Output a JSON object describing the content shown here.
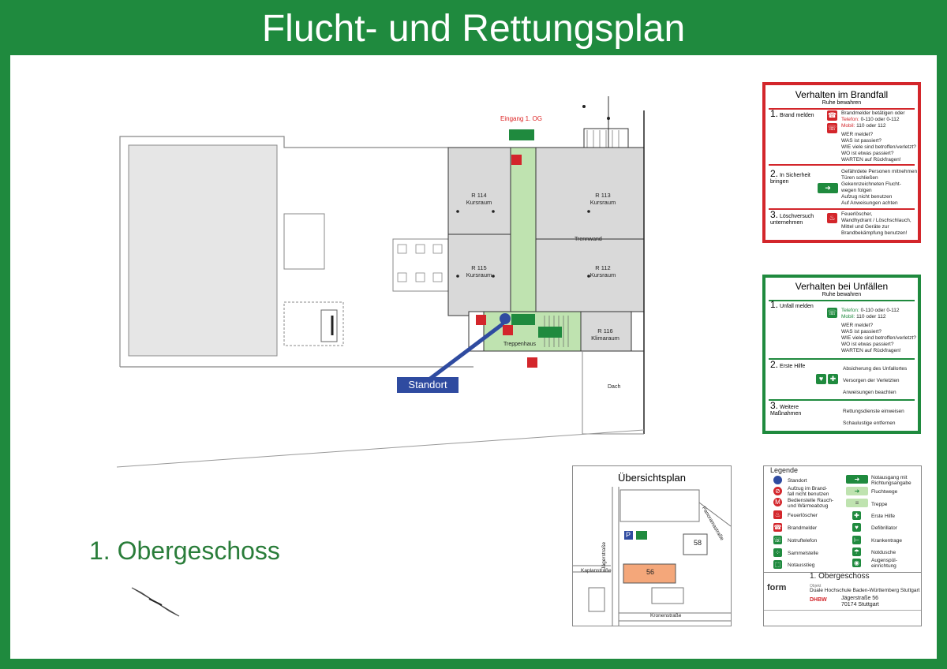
{
  "title": "Flucht- und Rettungsplan",
  "floor_title": "1. Obergeschoss",
  "plan": {
    "entrance_label": "Eingang 1. OG",
    "standort_label": "Standort",
    "rooms": [
      {
        "name": "R 114",
        "sub": "Kursraum"
      },
      {
        "name": "R 113",
        "sub": "Kursraum"
      },
      {
        "name": "R 115",
        "sub": "Kursraum"
      },
      {
        "name": "R 112",
        "sub": "Kursraum"
      },
      {
        "name": "R 116",
        "sub": "Klimaraum"
      }
    ],
    "trennwand": "Trennwand",
    "treppenhaus": "Treppenhaus",
    "dach": "Dach"
  },
  "fire": {
    "title": "Verhalten im Brandfall",
    "subtitle": "Ruhe bewahren",
    "steps": [
      {
        "num": "1.",
        "label": "Brand melden"
      },
      {
        "num": "2.",
        "label": "In Sicherheit bringen"
      },
      {
        "num": "3.",
        "label": "Löschversuch unternehmen"
      }
    ],
    "s1_text1": "Brandmelder betätigen oder",
    "s1_tel_label": "Telefon:",
    "s1_tel": "0-110 oder 0-112",
    "s1_mob_label": "Mobil:",
    "s1_mob": "110 oder 112",
    "s1_w": [
      "WER meldet?",
      "WAS ist passiert?",
      "WIE viele sind betroffen/verletzt?",
      "WO ist etwas passiert?",
      "WARTEN auf Rückfragen!"
    ],
    "s2_text": [
      "Gefährdete Personen mitnehmen",
      "Türen schließen",
      "Gekennzeichneten Flucht-",
      "wegen folgen",
      "Aufzug nicht benutzen",
      "Auf Anweisungen achten"
    ],
    "s3_text": [
      "Feuerlöscher,",
      "Wandhydrant / Löschschlauch,",
      "Mittel und Geräte zur",
      "Brandbekämpfung benutzen!"
    ]
  },
  "accident": {
    "title": "Verhalten bei Unfällen",
    "subtitle": "Ruhe bewahren",
    "steps": [
      {
        "num": "1.",
        "label": "Unfall melden"
      },
      {
        "num": "2.",
        "label": "Erste Hilfe"
      },
      {
        "num": "3.",
        "label": "Weitere Maßnahmen"
      }
    ],
    "tel_label": "Telefon:",
    "tel": "0-110 oder 0-112",
    "mob_label": "Mobil:",
    "mob": "110 oder 112",
    "w": [
      "WER meldet?",
      "WAS ist passiert?",
      "WIE viele sind betroffen/verletzt?",
      "WO ist etwas passiert?",
      "WARTEN auf Rückfragen!"
    ],
    "s2_text": [
      "Absicherung des Unfallortes",
      "Versorgen der Verletzten",
      "Anweisungen beachten"
    ],
    "s3_text": [
      "Rettungsdienste einweisen",
      "Schaulustige entfernen"
    ]
  },
  "overview": {
    "title": "Übersichtsplan",
    "street_1": "Jägerstraße",
    "street_2": "Kaplanstraße",
    "street_3": "Kronenstraße",
    "street_4": "Panoramastraße",
    "bldg_56": "56",
    "bldg_58": "58",
    "parking": "P"
  },
  "legend": {
    "title": "Legende",
    "left": [
      "Standort",
      "Aufzug im Brand- fall nicht benutzen",
      "Bedienstelle Rauch- und Wärmeabzug",
      "Feuerlöscher",
      "Brandmelder",
      "Notruftelefon",
      "Sammelstelle",
      "Notausstieg"
    ],
    "right": [
      "Notausgang mit Richtungsangabe",
      "Fluchtwege",
      "Treppe",
      "Erste Hilfe",
      "Defibrillator",
      "Krankentrage",
      "Notdusche",
      "Augenspül- einrichtung"
    ],
    "plan_title": "1. Obergeschoss",
    "objekt_label": "Objekt",
    "objekt": "Duale Hochschule Baden-Württemberg Stuttgart",
    "address_1": "Jägerstraße 56",
    "address_2": "70174 Stuttgart",
    "firm": "form",
    "dhbw": "DHBW"
  },
  "colors": {
    "green": "#1f8a3e",
    "red": "#d3262b",
    "blue": "#2f4ba0",
    "room_gray": "#d9d9d9",
    "corridor_green": "#bfe3b0",
    "orange": "#f4a77a"
  }
}
